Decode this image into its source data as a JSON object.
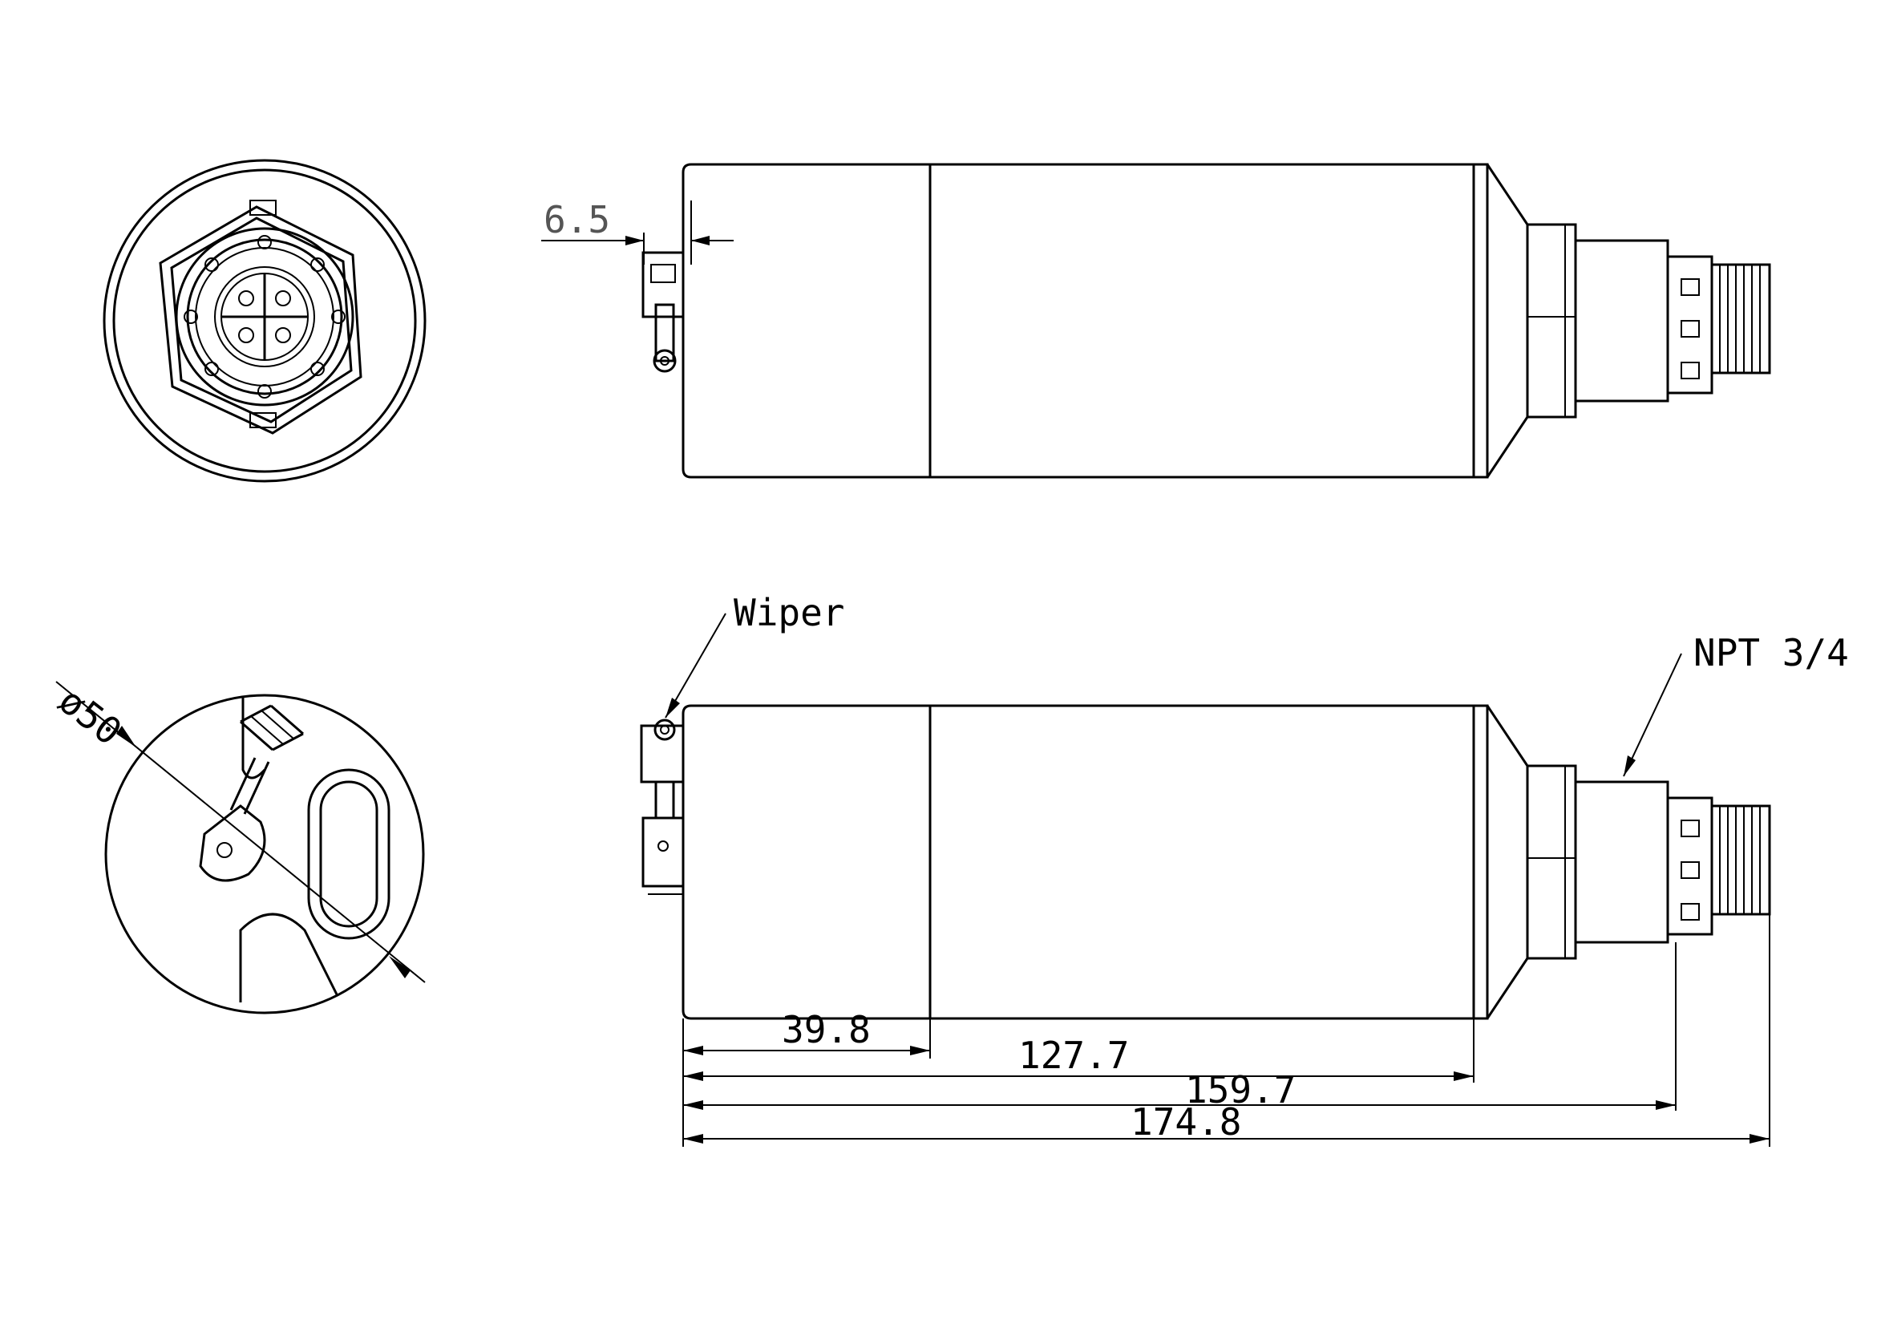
{
  "labels": {
    "wiper": "Wiper",
    "thread": "NPT 3/4",
    "diameter": "ø50"
  },
  "dimensions": {
    "wiper_offset": "6.5",
    "d1": "39.8",
    "d2": "127.7",
    "d3": "159.7",
    "d4": "174.8"
  }
}
